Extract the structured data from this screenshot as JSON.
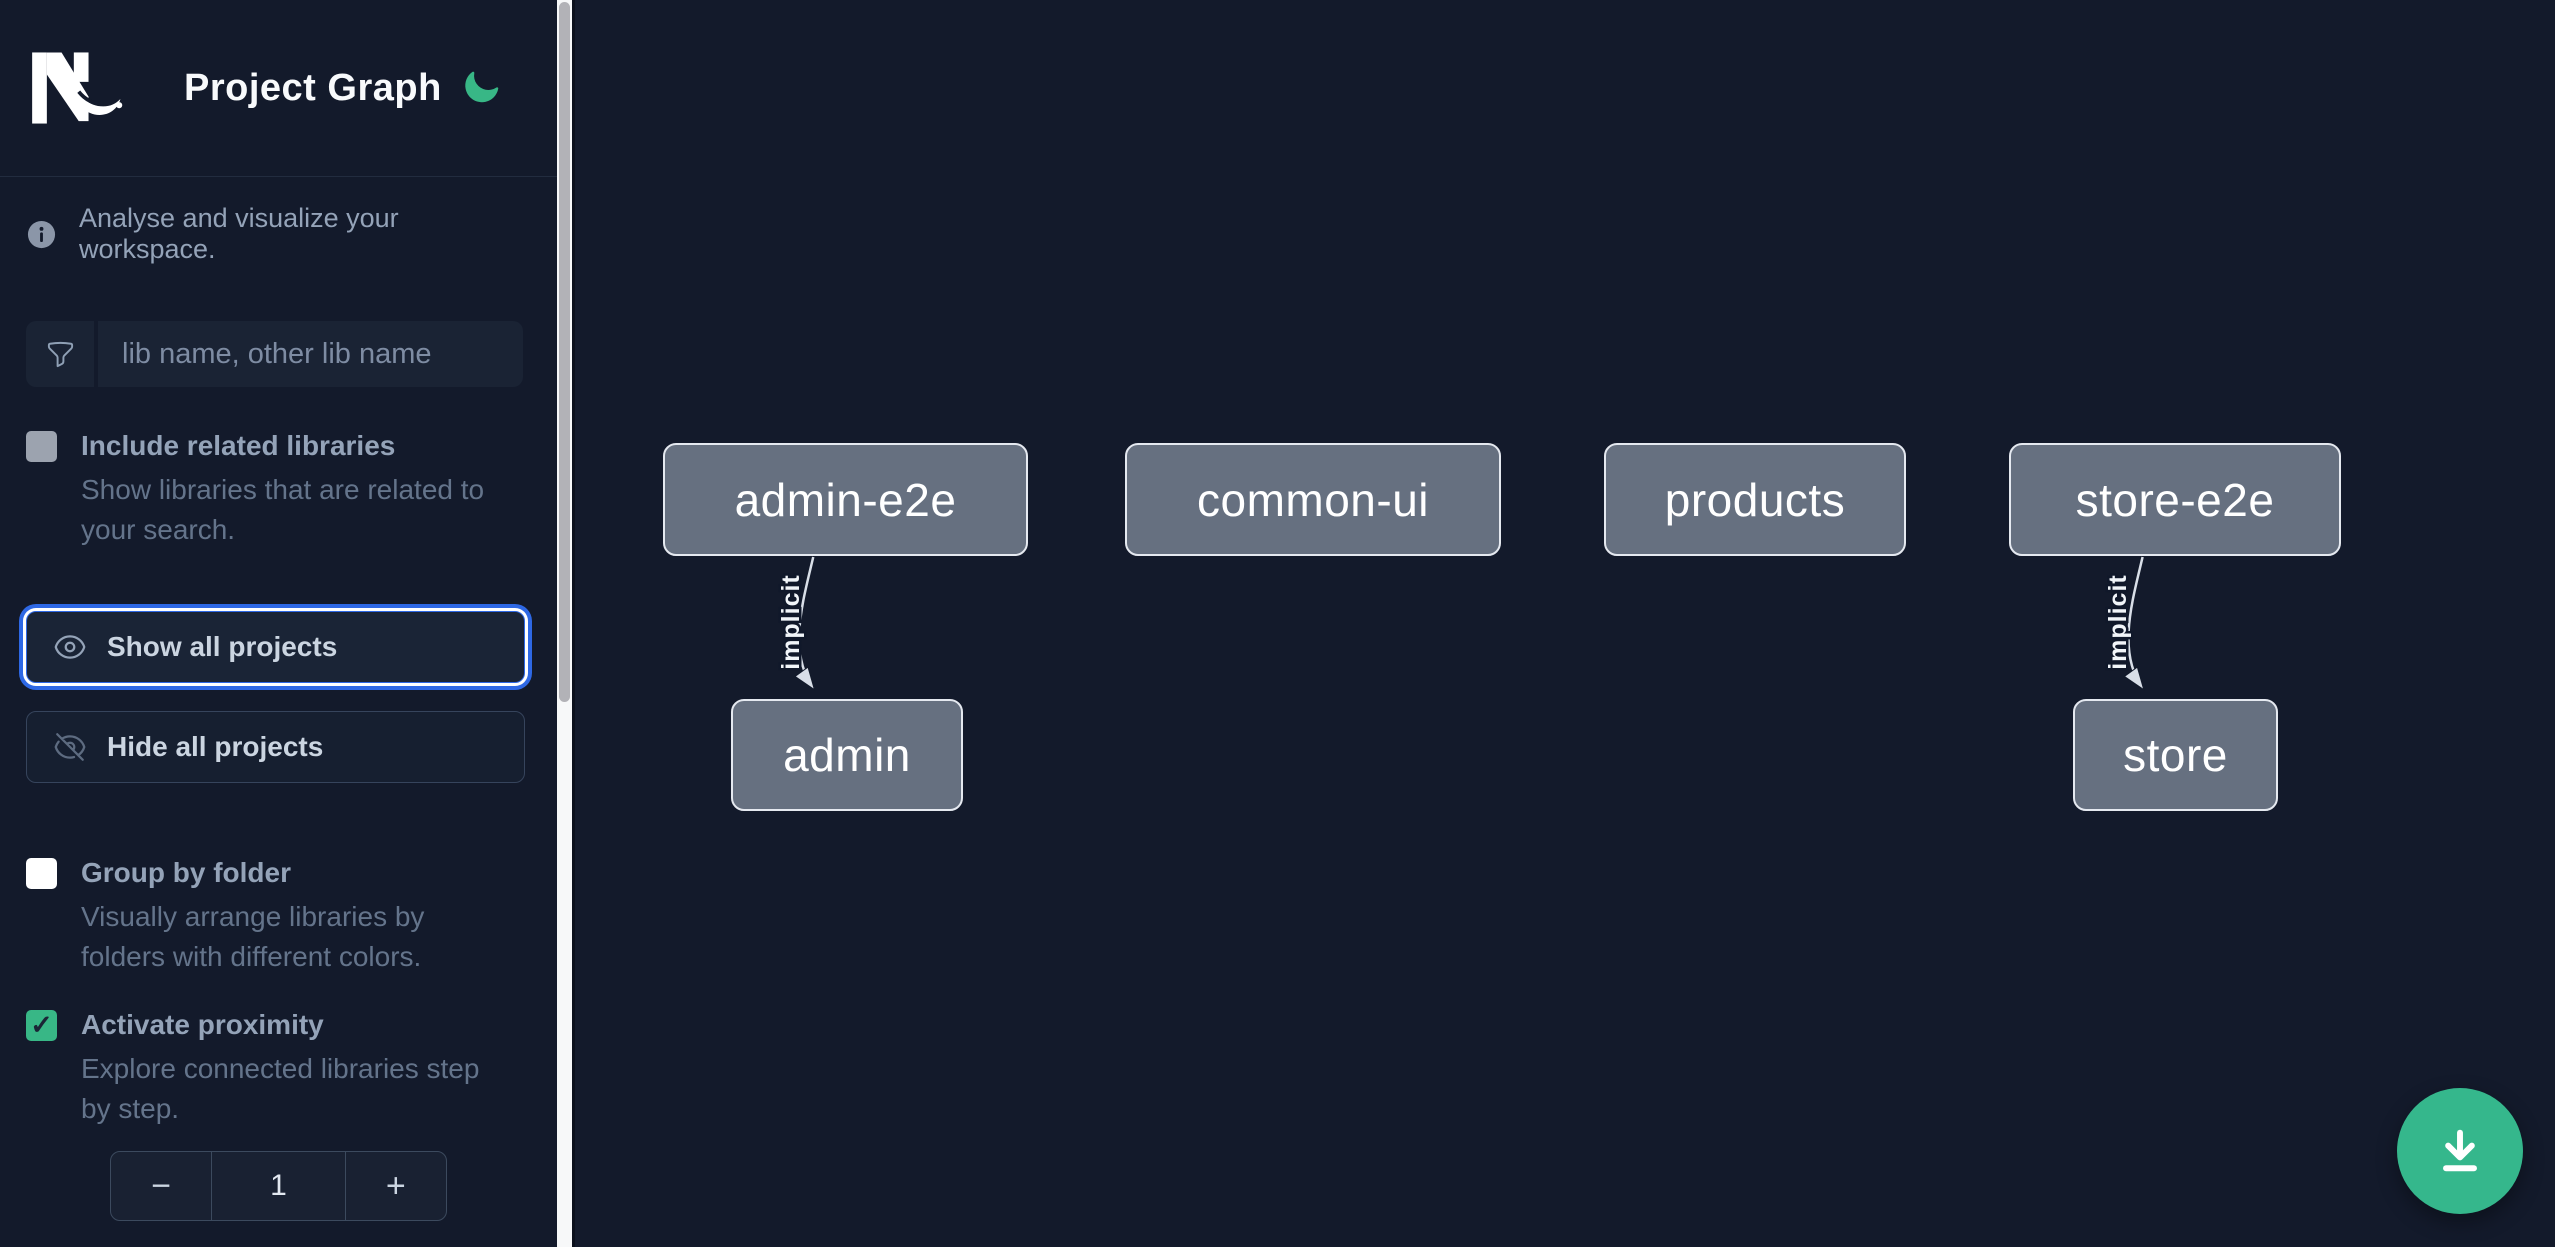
{
  "header": {
    "title": "Project Graph",
    "logo": "nx-logo",
    "theme_icon": "moon-icon",
    "accent_green": "#38b786"
  },
  "sidebar": {
    "info_text": "Analyse and visualize your workspace.",
    "search": {
      "placeholder": "lib name, other lib name",
      "value": "",
      "icon": "filter-funnel-icon"
    },
    "toggles": [
      {
        "label": "Include related libraries",
        "description": "Show libraries that are related to your search.",
        "checked": false
      },
      {
        "label": "Group by folder",
        "description": "Visually arrange libraries by folders with different colors.",
        "checked": false
      },
      {
        "label": "Activate proximity",
        "description": "Explore connected libraries step by step.",
        "checked": true
      }
    ],
    "buttons": [
      {
        "label": "Show all projects",
        "icon": "eye-icon",
        "focused": true
      },
      {
        "label": "Hide all projects",
        "icon": "eye-slash-icon",
        "focused": false
      }
    ],
    "proximity_stepper": {
      "decrement_label": "−",
      "value": "1",
      "increment_label": "+"
    }
  },
  "graph": {
    "nodes": [
      {
        "label": "admin-e2e"
      },
      {
        "label": "common-ui"
      },
      {
        "label": "products"
      },
      {
        "label": "store-e2e"
      },
      {
        "label": "admin"
      },
      {
        "label": "store"
      }
    ],
    "edges": [
      {
        "source": "admin-e2e",
        "target": "admin",
        "label": "implicit"
      },
      {
        "source": "store-e2e",
        "target": "store",
        "label": "implicit"
      }
    ],
    "node_fill": "#667080",
    "node_border": "#e5e9f0",
    "edge_color": "#d9dfe8"
  },
  "fab": {
    "icon": "download-icon",
    "color": "#35b78c"
  }
}
